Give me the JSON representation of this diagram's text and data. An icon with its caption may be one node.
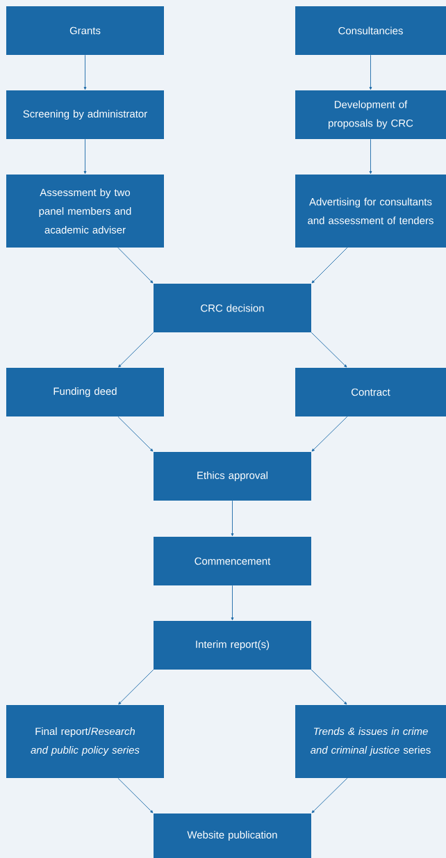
{
  "diagram": {
    "nodes": [
      {
        "text": [
          "Grants"
        ]
      },
      {
        "text": [
          "Consultancies"
        ]
      },
      {
        "text": [
          "Screening by administrator"
        ]
      },
      {
        "text": [
          "Development of proposals by CRC"
        ]
      },
      {
        "text": [
          "Assessment by two panel members and academic adviser"
        ]
      },
      {
        "text": [
          "Advertising for consultants and assessment of tenders"
        ]
      },
      {
        "text": [
          "CRC decision"
        ]
      },
      {
        "text": [
          "Funding deed"
        ]
      },
      {
        "text": [
          "Contract"
        ]
      },
      {
        "text": [
          "Ethics approval"
        ]
      },
      {
        "text": [
          "Commencement"
        ]
      },
      {
        "text": [
          "Interim report(s)"
        ]
      },
      {
        "text": [
          "Final report/*Research and public policy series*"
        ]
      },
      {
        "text": [
          "*Trends & issues in crime and criminal justice* series"
        ]
      },
      {
        "text": [
          "Website publication"
        ]
      }
    ],
    "edges": [
      {
        "from": 0,
        "to": 2,
        "arrow": "to"
      },
      {
        "from": 2,
        "to": 4,
        "arrow": "to"
      },
      {
        "from": 1,
        "to": 3,
        "arrow": "to"
      },
      {
        "from": 3,
        "to": 5,
        "arrow": "to"
      },
      {
        "from": 4,
        "to": 6,
        "arrow": "to"
      },
      {
        "from": 5,
        "to": 6,
        "arrow": "to"
      },
      {
        "from": 6,
        "to": 7,
        "arrow": "to"
      },
      {
        "from": 6,
        "to": 8,
        "arrow": "to"
      },
      {
        "from": 7,
        "to": 9,
        "arrow": "to"
      },
      {
        "from": 8,
        "to": 9,
        "arrow": "to"
      },
      {
        "from": 9,
        "to": 10,
        "arrow": "to"
      },
      {
        "from": 10,
        "to": 11,
        "arrow": "to"
      },
      {
        "from": 11,
        "to": 12,
        "arrow": "to"
      },
      {
        "from": 11,
        "to": 13,
        "arrow": "to"
      },
      {
        "from": 12,
        "to": 14,
        "arrow": "to"
      },
      {
        "from": 13,
        "to": 14,
        "arrow": "to"
      }
    ]
  }
}
